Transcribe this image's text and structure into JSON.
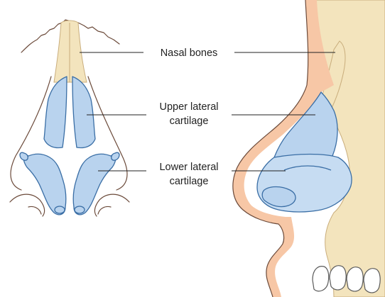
{
  "labels": {
    "nasal_bones": "Nasal bones",
    "upper_lateral_line1": "Upper lateral",
    "upper_lateral_line2": "cartilage",
    "lower_lateral_line1": "Lower lateral",
    "lower_lateral_line2": "cartilage"
  },
  "colors": {
    "bone": "#f3e4bd",
    "cartilage_fill": "#b9d3ee",
    "cartilage_stroke": "#3a6ea5",
    "skin": "#f7c7a6",
    "skin_outline": "#6b4a3a"
  }
}
